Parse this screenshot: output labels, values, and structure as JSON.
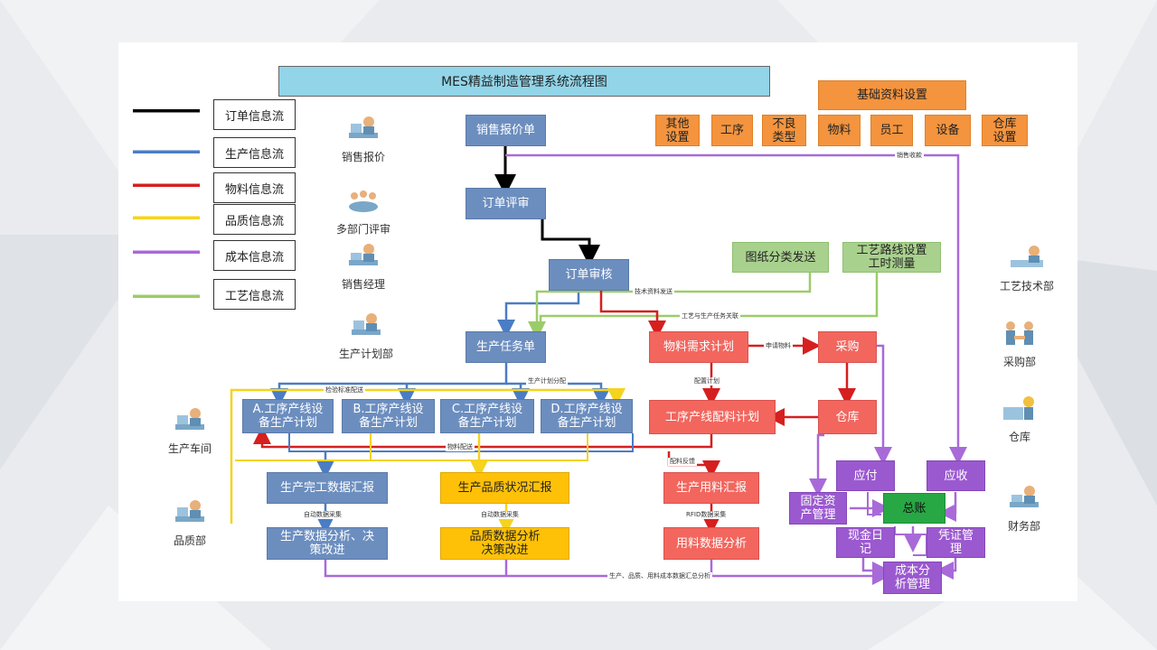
{
  "title": "MES精益制造管理系统流程图",
  "legend": [
    {
      "label": "订单信息流",
      "color": "#000000"
    },
    {
      "label": "生产信息流",
      "color": "#4a7dc4"
    },
    {
      "label": "物料信息流",
      "color": "#d61f1f"
    },
    {
      "label": "品质信息流",
      "color": "#f5d31f"
    },
    {
      "label": "成本信息流",
      "color": "#a86ad8"
    },
    {
      "label": "工艺信息流",
      "color": "#9ccc6a"
    }
  ],
  "left_departments": {
    "sales_quote": "销售报价",
    "multi_review": "多部门评审",
    "sales_manager": "销售经理",
    "production_planning": "生产计划部",
    "workshop": "生产车间",
    "quality": "品质部"
  },
  "right_departments": {
    "process_tech": "工艺技术部",
    "purchasing": "采购部",
    "warehouse": "仓库",
    "finance": "财务部"
  },
  "basic": {
    "header": "基础资料设置",
    "items": {
      "other": "其他\n设置",
      "process": "工序",
      "defect": "不良\n类型",
      "material": "物料",
      "employee": "员工",
      "equipment": "设备",
      "warehouse": "仓库\n设置"
    }
  },
  "nodes": {
    "sales_quote": "销售报价单",
    "order_review": "订单评审",
    "order_audit": "订单审核",
    "drawing": "图纸分类发送",
    "route": "工艺路线设置\n工时测量",
    "task": "生产任务单",
    "mrp": "物料需求计划",
    "purchase": "采购",
    "warehouse": "仓库",
    "line_plan": "工序产线配料计划",
    "plan_a": "A.工序产线设\n备生产计划",
    "plan_b": "B.工序产线设\n备生产计划",
    "plan_c": "C.工序产线设\n备生产计划",
    "plan_d": "D.工序产线设\n备生产计划",
    "completion": "生产完工数据汇报",
    "quality_report": "生产品质状况汇报",
    "usage_report": "生产用料汇报",
    "prod_analysis": "生产数据分析、决\n策改进",
    "quality_analysis": "品质数据分析\n决策改进",
    "usage_analysis": "用料数据分析",
    "payable": "应付",
    "receivable": "应收",
    "fixed_assets": "固定资\n产管理",
    "ledger": "总账",
    "cash": "现金日\n记",
    "voucher": "凭证管\n理",
    "cost": "成本分\n析管理"
  },
  "edge_labels": {
    "sales_receipt": "销售收款",
    "tech_send": "技术资料发送",
    "route_link": "工艺与生产任务关联",
    "apply_material": "申请物料",
    "alloc_plan": "配置计划",
    "prod_assign": "生产计划分配",
    "inspection": "检验标准配送",
    "material_dist": "物料配送",
    "feedback": "配料反馈",
    "auto1": "自动数据采集",
    "auto2": "自动数据采集",
    "rfid": "RFID数据采集",
    "summary": "生产、品质、用料成本数据汇总分析"
  }
}
